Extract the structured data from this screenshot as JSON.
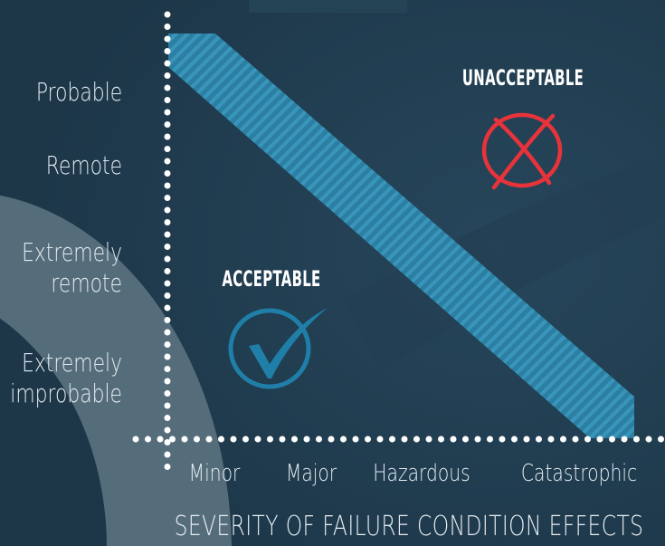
{
  "diagram": {
    "y_levels": [
      {
        "label": "Probable"
      },
      {
        "label": "Remote"
      },
      {
        "label": "Extremely remote"
      },
      {
        "label": "Extremely improbable"
      }
    ],
    "x_levels": [
      {
        "label": "Minor"
      },
      {
        "label": "Major"
      },
      {
        "label": "Hazardous"
      },
      {
        "label": "Catastrophic"
      }
    ],
    "x_axis_title": "SEVERITY OF FAILURE  CONDITION EFFECTS",
    "zones": {
      "acceptable": {
        "label": "ACCEPTABLE",
        "icon": "check-circle-icon",
        "color": "#1f7fa8"
      },
      "unacceptable": {
        "label": "UNACCEPTABLE",
        "icon": "x-circle-icon",
        "color": "#e8333a"
      }
    },
    "colors": {
      "background": "#1f3b4f",
      "band": "#2b7fa3",
      "axis_dots": "#ffffff",
      "arc": "#5f7784"
    }
  }
}
